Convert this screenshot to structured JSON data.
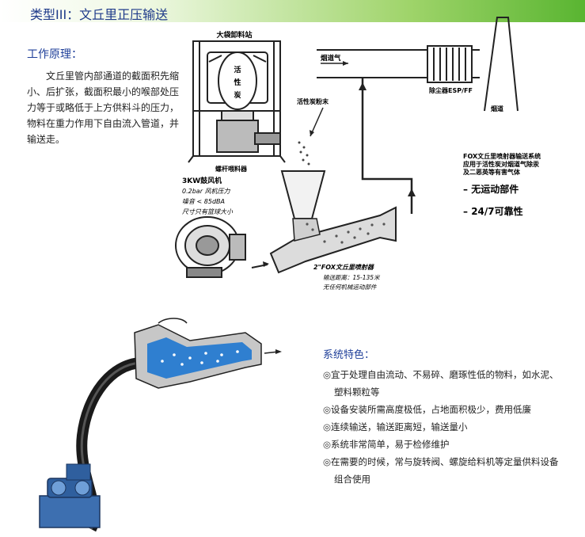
{
  "header": {
    "title": "类型III：文丘里正压输送"
  },
  "principle": {
    "title": "工作原理：",
    "body": "文丘里管内部通道的截面积先缩小、后扩张，截面积最小的喉部处压力等于或略低于上方供料斗的压力，物料在重力作用下自由流入管道，并输送走。"
  },
  "diagram": {
    "bag_station": "大袋卸料站",
    "bag_text": [
      "活",
      "性",
      "炭"
    ],
    "carbon_powder": "活性炭粉末",
    "screw_feeder": "螺杆喂料器",
    "flue_gas": "烟道气",
    "dust_collector": "除尘器ESP/FF",
    "chimney": "烟道",
    "blower_title": "3KW鼓风机",
    "blower_specs": [
      "0.2bar 风机压力",
      "噪音 < 85dBA",
      "尺寸只有篮球大小"
    ],
    "venturi_title": "2\"FOX文丘里喷射器",
    "venturi_specs": [
      "输送距离：15-135米",
      "无任何机械运动部件"
    ],
    "fox_desc": [
      "FOX文丘里喷射器输送系统",
      "应用于活性炭对烟道气除汞",
      "及二恶英等有害气体"
    ],
    "bullets": [
      "无运动部件",
      "24/7可靠性"
    ]
  },
  "features": {
    "title": "系统特色：",
    "mark": "◎",
    "items": [
      "宜于处理自由流动、不易碎、磨琢性低的物料，如水泥、塑料颗粒等",
      "设备安装所需高度极低，占地面积极少，费用低廉",
      "连续输送，输送距离短，输送量小",
      "系统非常简单，易于检修维护",
      "在需要的时候，常与旋转阀、螺旋给料机等定量供料设备组合使用"
    ]
  }
}
